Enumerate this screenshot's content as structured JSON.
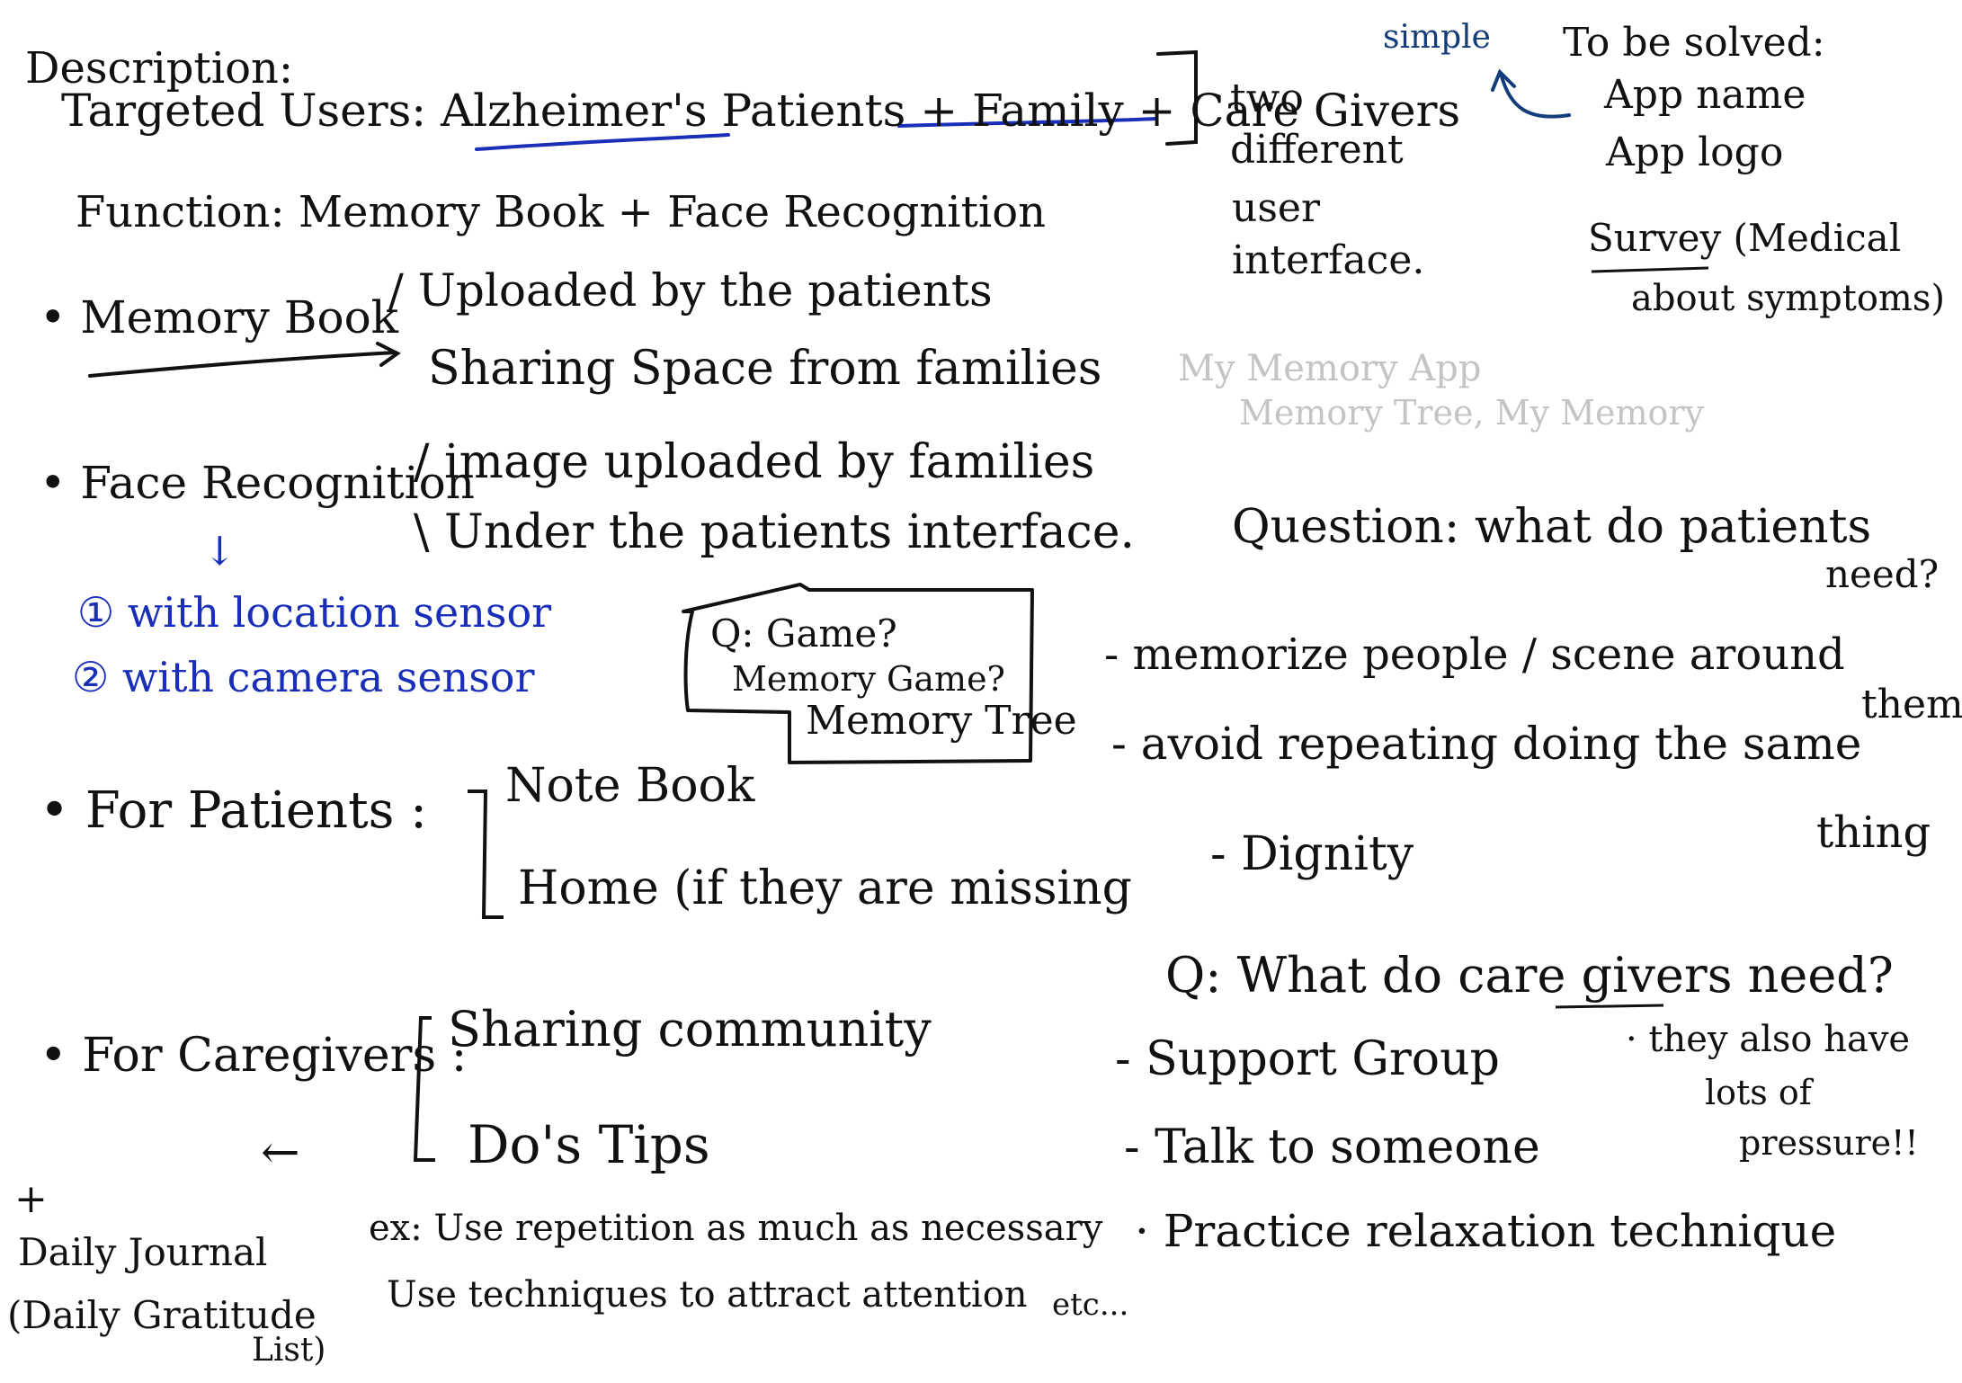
{
  "colors": {
    "ink": "#111111",
    "blue_ink": "#1a2fb8",
    "navy_ink": "#123d7a",
    "faint_ink": "#c4c4c4"
  },
  "description": {
    "heading": "Description:",
    "targeted_users": "Targeted Users: Alzheimer's Patients + Family + Care Givers",
    "function": "Function: Memory Book + Face Recognition",
    "two_interfaces": [
      "two",
      "different",
      "user",
      "interface."
    ]
  },
  "to_be_solved": {
    "simple": "simple",
    "title": "To be solved:",
    "items": [
      "App name",
      "App logo"
    ],
    "survey_line1": "Survey (Medical",
    "survey_line2": "about symptoms)"
  },
  "app_name_ideas": [
    "My Memory App",
    "Memory Tree, My Memory"
  ],
  "memory_book": {
    "label": "• Memory Book",
    "items": [
      "/ Uploaded by the patients",
      "Sharing Space from families"
    ]
  },
  "face_recognition": {
    "label": "• Face Recognition",
    "items": [
      "/ image uploaded by families",
      "\\ Under the patients interface."
    ],
    "arrow": "↓",
    "sensors": [
      "① with location sensor",
      "② with camera sensor"
    ]
  },
  "question_box": {
    "lines": [
      "Q: Game?",
      "Memory Game?",
      "Memory Tree"
    ]
  },
  "patients_needs": {
    "question": "Question: what do patients",
    "question_cont": "need?",
    "items": [
      "- memorize people / scene around",
      "them",
      "- avoid repeating doing the same",
      "thing",
      "- Dignity"
    ]
  },
  "for_patients": {
    "label": "• For Patients :",
    "items": [
      "Note Book",
      "Home (if they are missing"
    ]
  },
  "caregivers_needs": {
    "question": "Q: What do care givers need?",
    "items": [
      "- Support Group",
      "- Talk to someone",
      "· Practice relaxation technique"
    ],
    "note": [
      "· they also have",
      "lots of",
      "pressure!!"
    ]
  },
  "for_caregivers": {
    "label": "• For Caregivers :",
    "items": [
      "Sharing community",
      "Do's  Tips"
    ],
    "arrow": "←",
    "examples": [
      "ex: Use repetition as much as necessary",
      "Use techniques to attract attention"
    ],
    "etc": "etc..."
  },
  "extra": {
    "plus": "+",
    "lines": [
      "Daily Journal",
      "(Daily Gratitude",
      "List)"
    ]
  }
}
